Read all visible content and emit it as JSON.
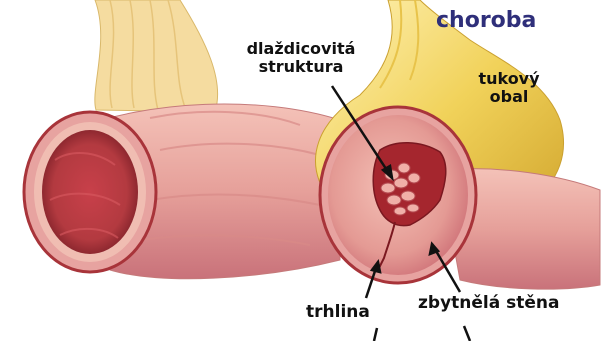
{
  "title": "choroba",
  "labels": {
    "dlazdicovita": [
      "dlaždicovitá",
      "struktura"
    ],
    "tukovy": [
      "tukový",
      "obal"
    ],
    "trhlina": "trhlina",
    "zbytnela": "zbytnělá stěna"
  },
  "colors": {
    "fat": "#e8c53a",
    "fat_light": "#f6e3a0",
    "tissue": "#e79a98",
    "tissue_dark": "#a8343a",
    "lumen": "#a93a3c",
    "title": "#2f2f7a"
  }
}
